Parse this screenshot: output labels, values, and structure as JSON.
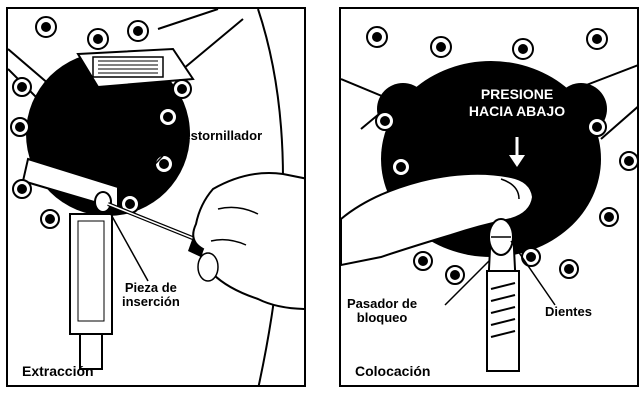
{
  "left_panel": {
    "caption": "Extracción",
    "label_screwdriver": "Destornillador",
    "label_insert_line1": "Pieza de",
    "label_insert_line2": "inserción"
  },
  "right_panel": {
    "caption": "Colocación",
    "label_press_line1": "PRESIONE",
    "label_press_line2": "HACIA ABAJO",
    "label_pin_line1": "Pasador de",
    "label_pin_line2": "bloqueo",
    "label_teeth": "Dientes"
  },
  "colors": {
    "ink": "#000000",
    "paper": "#ffffff"
  }
}
